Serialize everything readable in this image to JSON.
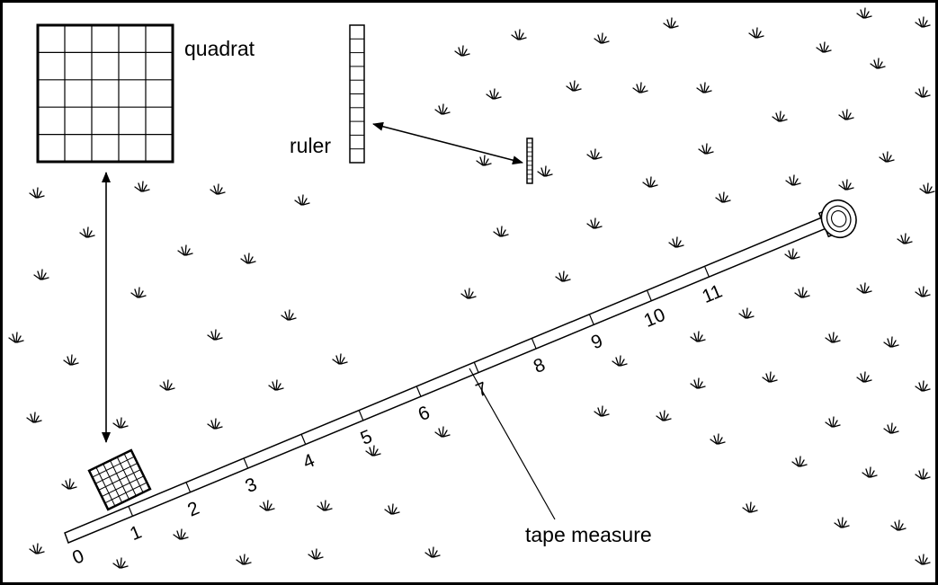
{
  "labels": {
    "quadrat": "quadrat",
    "ruler": "ruler",
    "tape_measure": "tape measure"
  },
  "tape": {
    "ticks": [
      "0",
      "1",
      "2",
      "3",
      "4",
      "5",
      "6",
      "7",
      "8",
      "9",
      "10",
      "11"
    ]
  },
  "colors": {
    "ink": "#000000",
    "background": "#ffffff"
  },
  "icons": [
    "grass-tuft-icon",
    "double-arrow-icon",
    "tape-reel-icon"
  ]
}
